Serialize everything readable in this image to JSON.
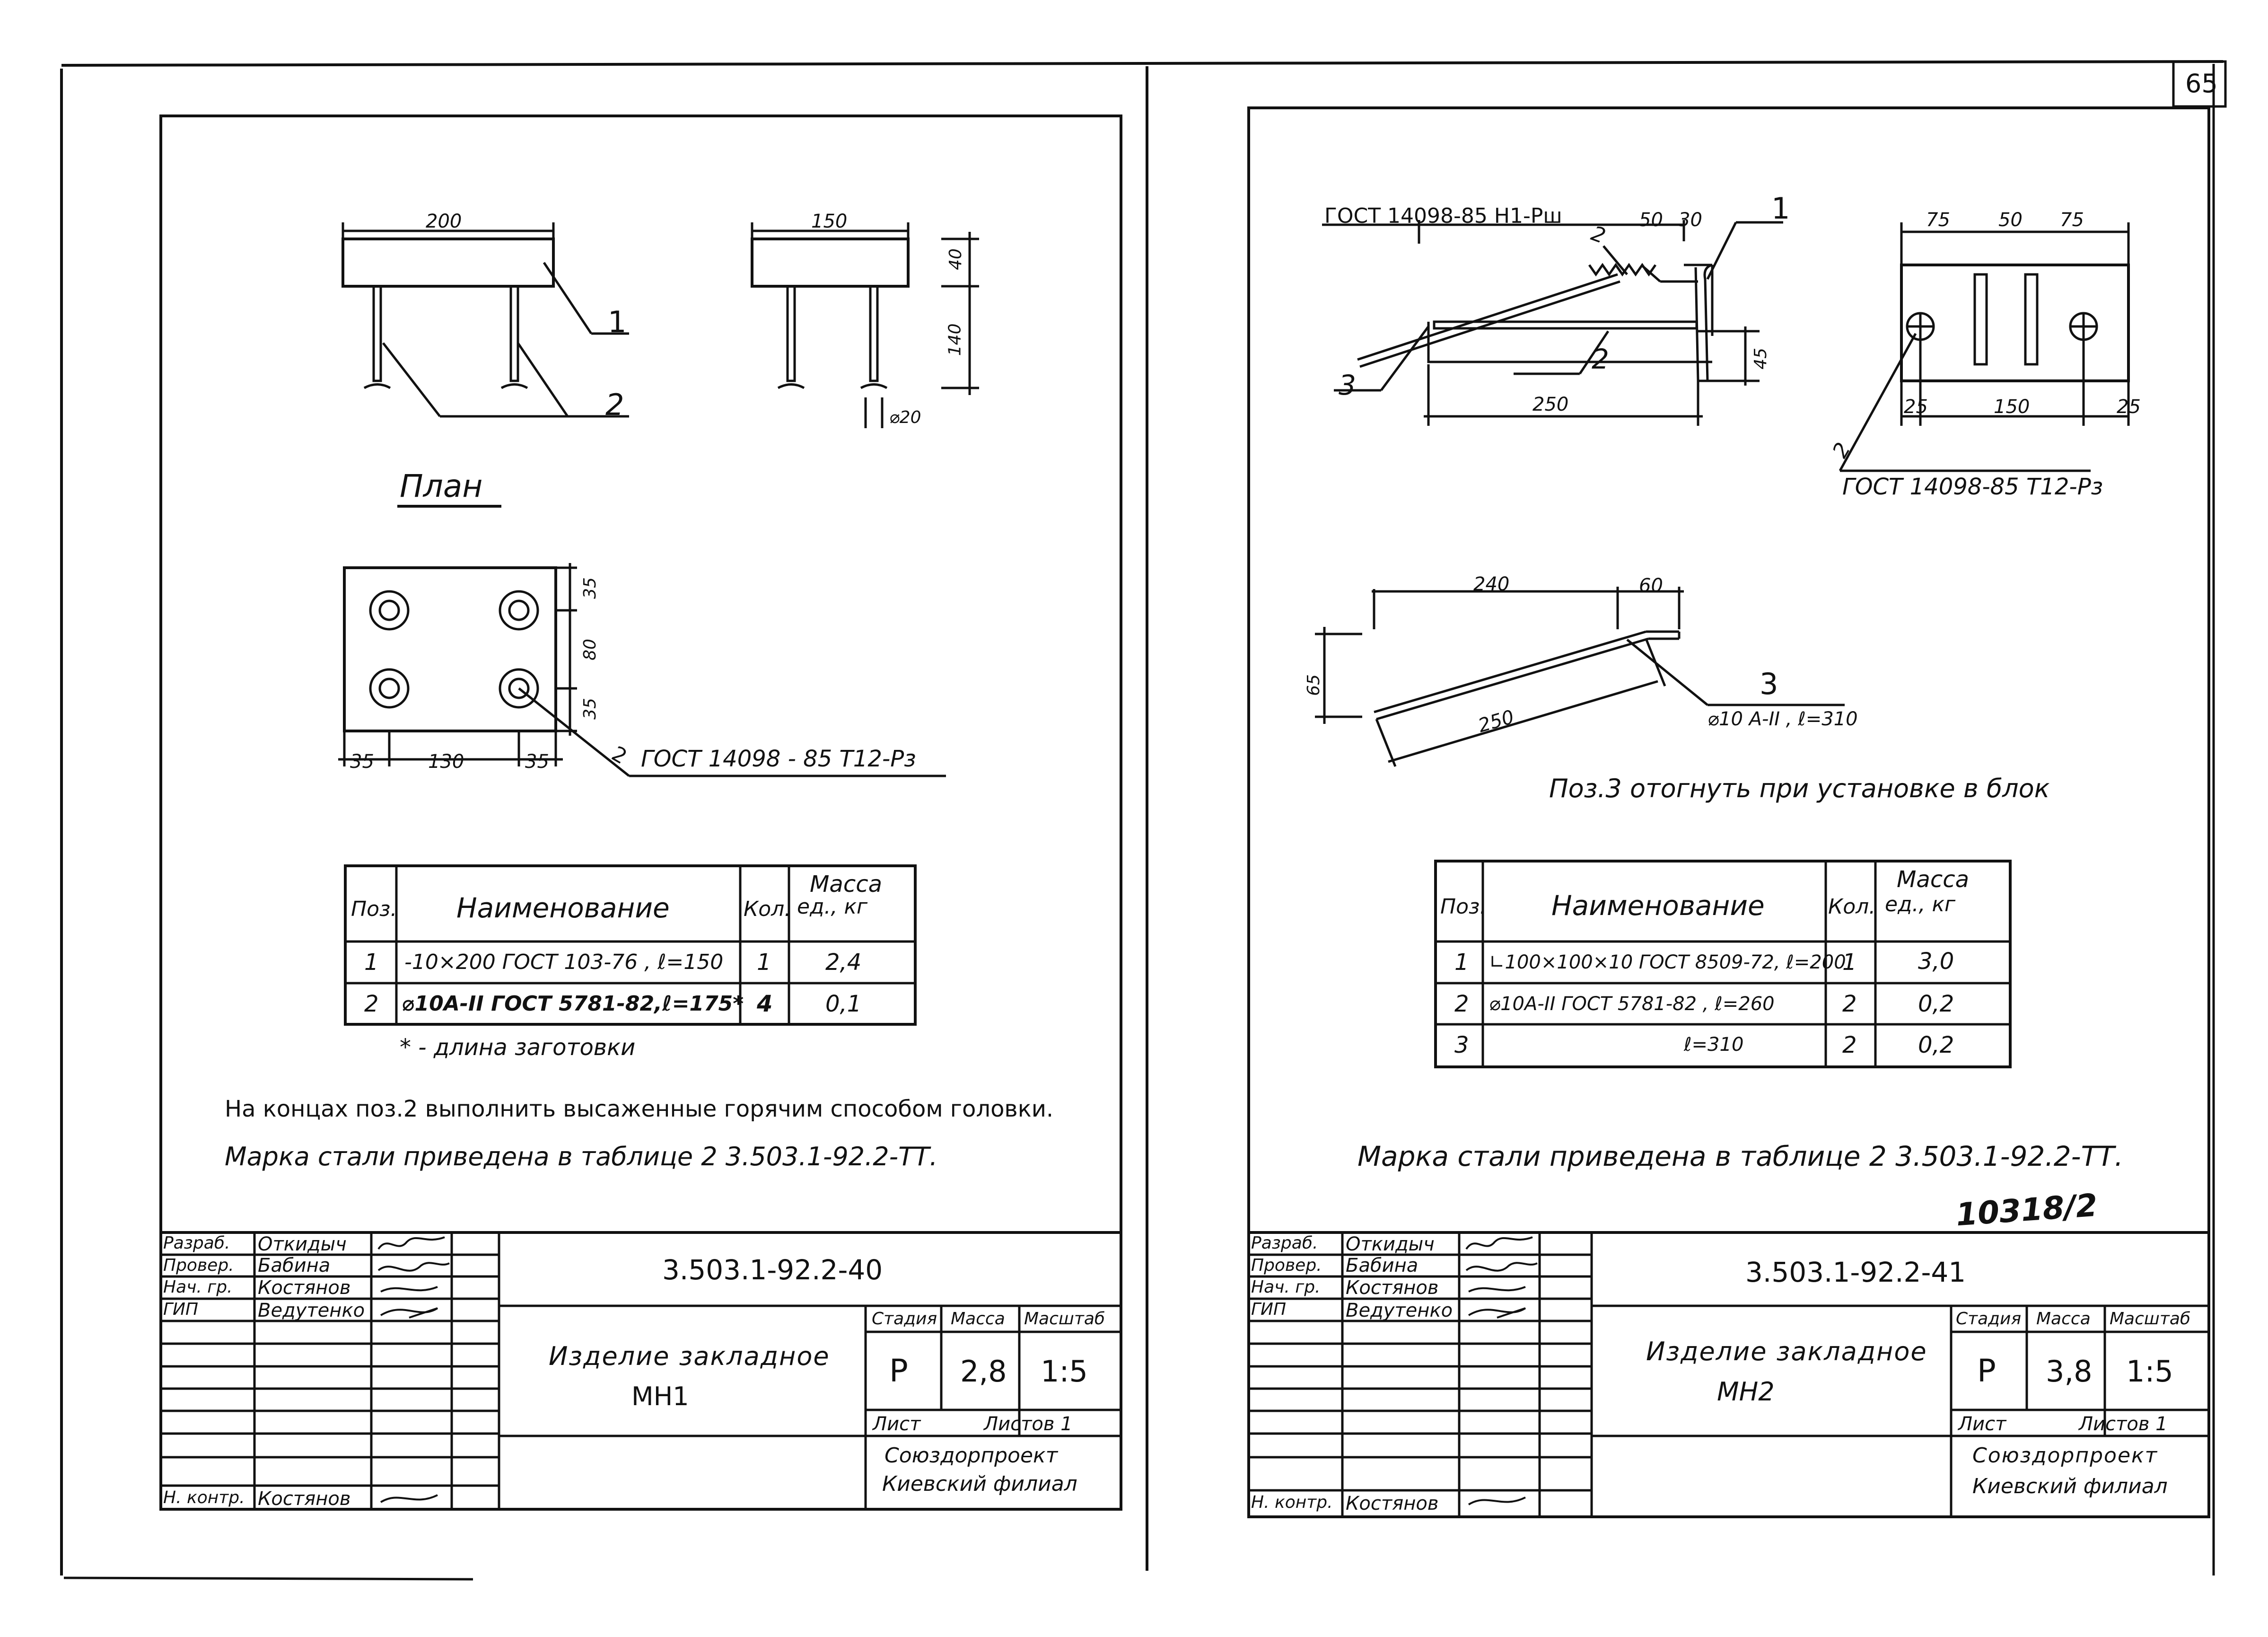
{
  "page_number": "65",
  "left_sheet": {
    "dims": {
      "width_200": "200",
      "width_150": "150",
      "h_40": "40",
      "h_140": "140",
      "dia_20": "⌀20",
      "plan_35_a": "35",
      "plan_80": "80",
      "plan_35_b": "35",
      "plan_35_c": "35",
      "plan_130": "130",
      "plan_35_d": "35"
    },
    "callouts": {
      "pos1": "1",
      "pos2": "2",
      "plan_pos": "2"
    },
    "plan_title": "План",
    "plan_gost": "ГОСТ 14098 - 85 Т12-Рз",
    "spec_table": {
      "headers": {
        "pos": "Поз.",
        "name": "Наименование",
        "qty": "Кол.",
        "mass_l1": "Масса",
        "mass_l2": "ед., кг"
      },
      "rows": [
        {
          "pos": "1",
          "name": "-10×200 ГОСТ 103-76 , ℓ=150",
          "qty": "1",
          "mass": "2,4"
        },
        {
          "pos": "2",
          "name": "⌀10А-II ГОСТ 5781-82,ℓ=175*",
          "qty": "4",
          "mass": "0,1"
        }
      ],
      "footnote": "* - длина заготовки"
    },
    "note1": "На концах поз.2 выполнить высаженные горячим способом головки.",
    "note2": "Марка стали приведена в таблице 2 3.503.1-92.2-ТТ.",
    "title_block": {
      "roles": [
        "Разраб.",
        "Провер.",
        "Нач. гр.",
        "ГИП",
        "Н. контр."
      ],
      "names": [
        "Откидыч",
        "Бабина",
        "Костянов",
        "Ведутенко",
        "Костянов"
      ],
      "code": "3.503.1-92.2-40",
      "title_l1": "Изделие закладное",
      "title_l2": "МН1",
      "stage_label": "Стадия",
      "mass_label": "Масса",
      "scale_label": "Масштаб",
      "stage": "Р",
      "mass": "2,8",
      "scale": "1:5",
      "sheet_label": "Лист",
      "sheets_label": "Листов 1",
      "org_l1": "Союздорпроект",
      "org_l2": "Киевский филиал"
    }
  },
  "right_sheet": {
    "gost_top": "ГОСТ 14098-85 Н1-Рш",
    "dims": {
      "d50": "50",
      "d30": "30",
      "d45": "45",
      "d250": "250",
      "d75a": "75",
      "d50b": "50",
      "d75b": "75",
      "d25a": "25",
      "d150": "150",
      "d25b": "25",
      "d240": "240",
      "d60": "60",
      "d65": "65",
      "d250b": "250"
    },
    "callouts": {
      "c1": "1",
      "c2a": "2",
      "c2b": "2",
      "c3": "3",
      "c2side": "2",
      "c3detail": "3"
    },
    "gost_side": "ГОСТ 14098-85 Т12-Рз",
    "detail_spec": "⌀10 А-II , ℓ=310",
    "bend_note": "Поз.3 отогнуть при установке в блок",
    "spec_table": {
      "headers": {
        "pos": "Поз.",
        "name": "Наименование",
        "qty": "Кол.",
        "mass_l1": "Масса",
        "mass_l2": "ед., кг"
      },
      "rows": [
        {
          "pos": "1",
          "name": "∟100×100×10 ГОСТ 8509-72, ℓ=200",
          "qty": "1",
          "mass": "3,0"
        },
        {
          "pos": "2",
          "name": "⌀10А-II ГОСТ 5781-82 , ℓ=260",
          "qty": "2",
          "mass": "0,2"
        },
        {
          "pos": "3",
          "name": "ℓ=310",
          "qty": "2",
          "mass": "0,2"
        }
      ]
    },
    "note": "Марка стали приведена в таблице 2 3.503.1-92.2-ТТ.",
    "handwritten_number": "10318/2",
    "title_block": {
      "roles": [
        "Разраб.",
        "Провер.",
        "Нач. гр.",
        "ГИП",
        "Н. контр."
      ],
      "names": [
        "Откидыч",
        "Бабина",
        "Костянов",
        "Ведутенко",
        "Костянов"
      ],
      "code": "3.503.1-92.2-41",
      "title_l1": "Изделие закладное",
      "title_l2": "МН2",
      "stage_label": "Стадия",
      "mass_label": "Масса",
      "scale_label": "Масштаб",
      "stage": "Р",
      "mass": "3,8",
      "scale": "1:5",
      "sheet_label": "Лист",
      "sheets_label": "Листов 1",
      "org_l1": "Союздорпроект",
      "org_l2": "Киевский филиал"
    }
  }
}
